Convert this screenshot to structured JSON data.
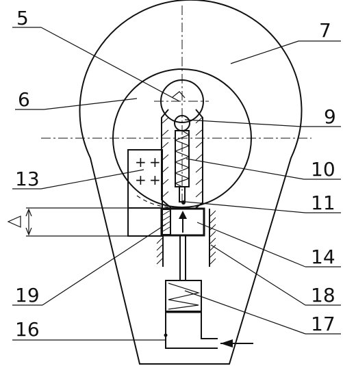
{
  "labels": {
    "l5": "5",
    "l6": "6",
    "l7": "7",
    "l9": "9",
    "l10": "10",
    "l11": "11",
    "l13": "13",
    "l14": "14",
    "l16": "16",
    "l17": "17",
    "l18": "18",
    "l19": "19"
  },
  "plus_signs": [
    "+",
    "+",
    "+",
    "+"
  ],
  "colors": {
    "ink": "#111111",
    "paper": "#ffffff"
  }
}
